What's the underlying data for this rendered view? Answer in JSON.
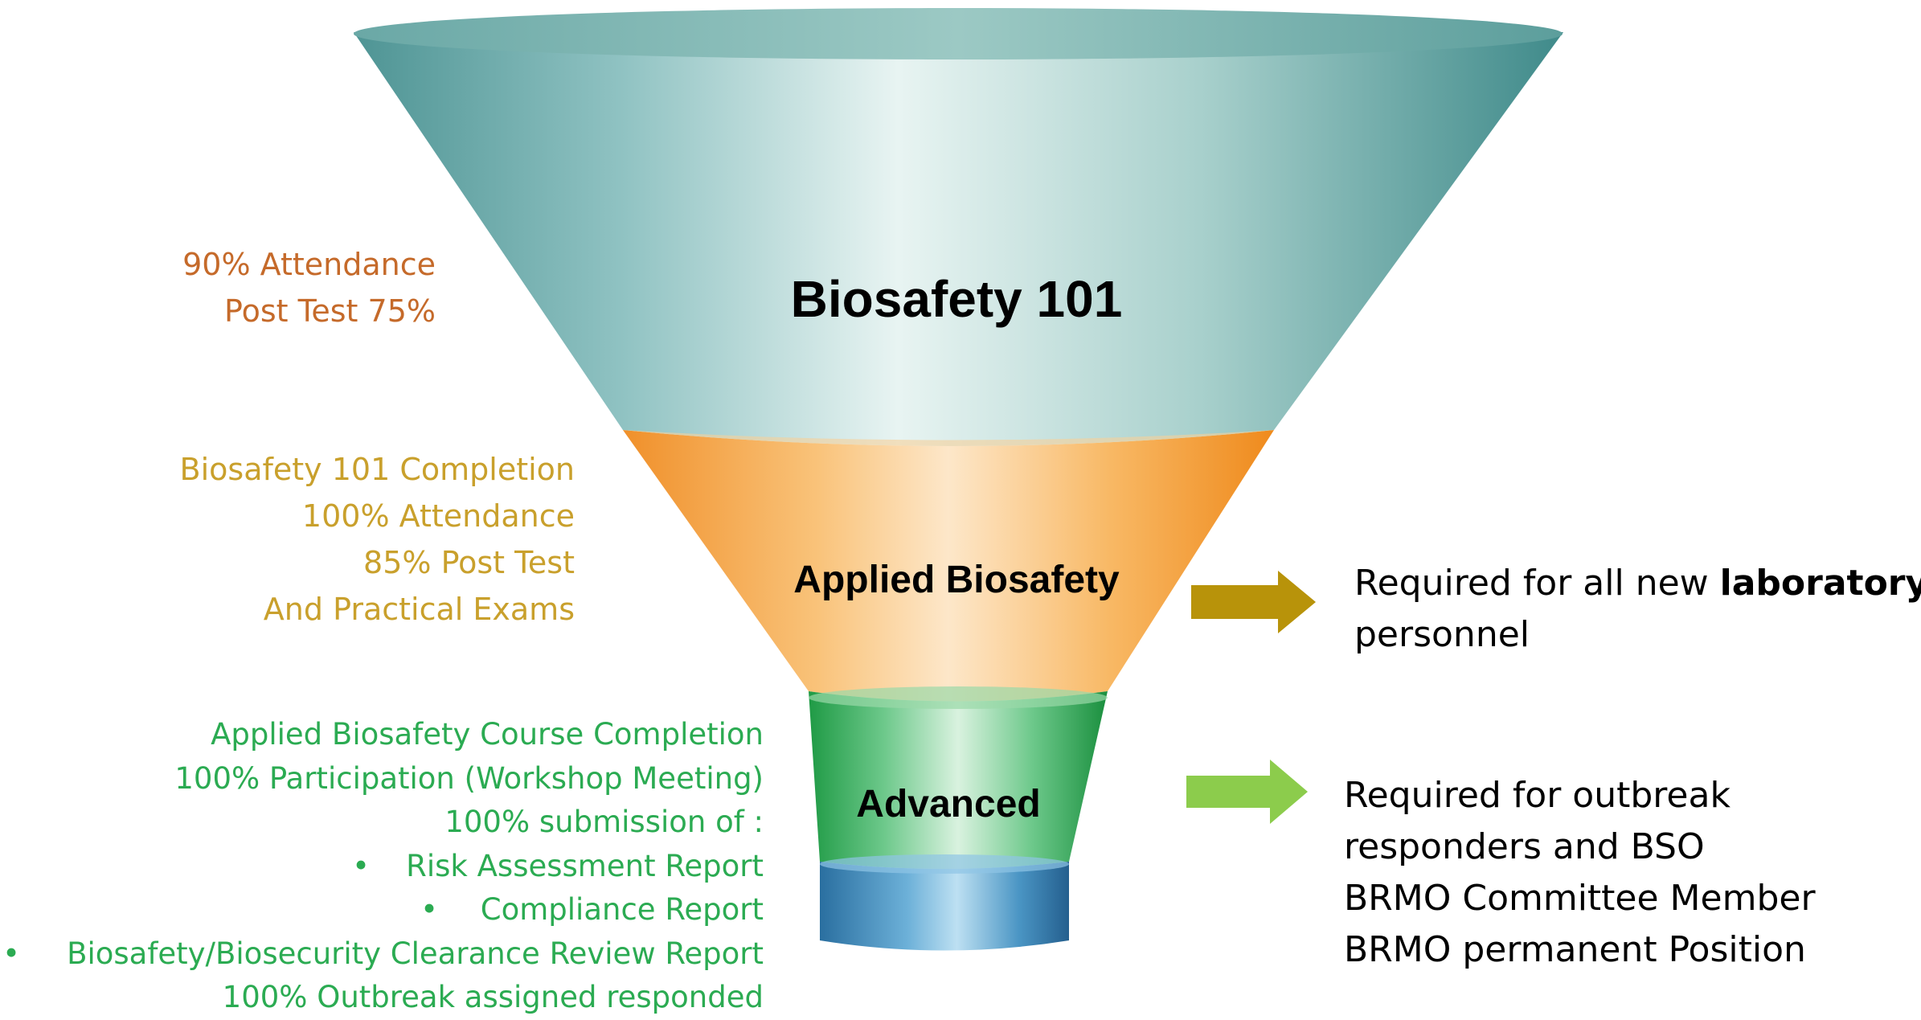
{
  "colors": {
    "tier1_criteria": "#c56a2a",
    "tier2_criteria": "#c9a02c",
    "tier3_criteria": "#2bab52",
    "arrow_gold": "#b8930a",
    "arrow_green": "#8ccc4c"
  },
  "funnel": {
    "tiers": [
      {
        "label": "Biosafety 101"
      },
      {
        "label": "Applied Biosafety"
      },
      {
        "label": "Advanced"
      }
    ]
  },
  "criteria": {
    "biosafety_101": [
      "90% Attendance",
      "Post Test 75%"
    ],
    "applied_biosafety": [
      "Biosafety 101 Completion",
      "100% Attendance",
      "85% Post Test",
      "And Practical Exams"
    ],
    "advanced": {
      "lines_top": [
        "Applied Biosafety Course Completion",
        "100% Participation (Workshop Meeting)",
        "100% submission of :"
      ],
      "bullets": [
        "Risk Assessment Report",
        "Compliance Report",
        "Biosafety/Biosecurity Clearance Review Report"
      ],
      "bullet_symbol": "•",
      "lines_bottom": [
        "100% Outbreak assigned responded"
      ]
    }
  },
  "requirements": {
    "applied": {
      "prefix": "Required for all new ",
      "emphasis": "laboratory",
      "line2": "personnel"
    },
    "advanced": {
      "lines": [
        "Required for outbreak",
        "responders and BSO",
        "BRMO Committee Member",
        "BRMO permanent Position"
      ]
    }
  }
}
